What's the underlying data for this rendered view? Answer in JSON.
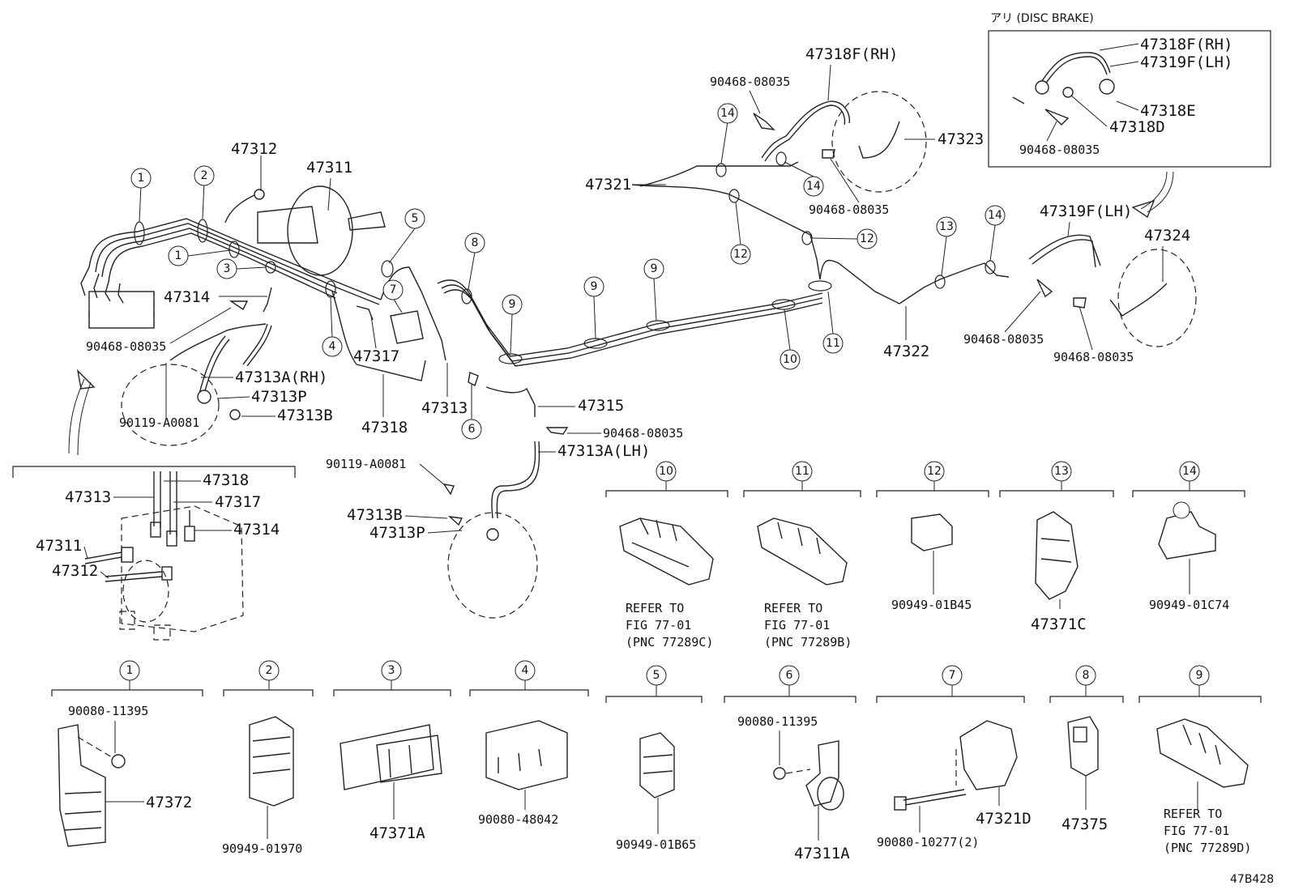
{
  "inset": {
    "title": "アリ (DISC BRAKE)",
    "labels": [
      "47318F(RH)",
      "47319F(LH)",
      "47318E",
      "47318D",
      "90468-08035"
    ]
  },
  "drawing_code": "47B428",
  "labels": {
    "l47312_top": "47312",
    "l47311_top": "47311",
    "l47314_top": "47314",
    "l90468_a": "90468-08035",
    "l47313A_RH": "47313A(RH)",
    "l47313P_top": "47313P",
    "l90119_top": "90119-A0081",
    "l47313B_top": "47313B",
    "l47317": "47317",
    "l47318_mid": "47318",
    "l47313_mid": "47313",
    "l47315": "47315",
    "l90468_b": "90468-08035",
    "l47313A_LH": "47313A(LH)",
    "l90119_mid": "90119-A0081",
    "l47313B_mid": "47313B",
    "l47313P_mid": "47313P",
    "l47321": "47321",
    "l90468_c": "90468-08035",
    "l47318F_RH": "47318F(RH)",
    "l90468_d": "90468-08035",
    "l47323": "47323",
    "l47319F_LH": "47319F(LH)",
    "l47324": "47324",
    "l47322": "47322",
    "l90468_e": "90468-08035",
    "l90468_f": "90468-08035",
    "d47313": "47313",
    "d47318": "47318",
    "d47317": "47317",
    "d47311": "47311",
    "d47314": "47314",
    "d47312": "47312"
  },
  "callouts": [
    "1",
    "2",
    "1",
    "3",
    "4",
    "5",
    "7",
    "6",
    "8",
    "9",
    "9",
    "9",
    "10",
    "11",
    "12",
    "12",
    "13",
    "14",
    "14",
    "14"
  ],
  "clamp_details": [
    {
      "num": "10",
      "label": "REFER TO\nFIG 77-01\n(PNC 77289C)"
    },
    {
      "num": "11",
      "label": "REFER TO\nFIG 77-01\n(PNC 77289B)"
    },
    {
      "num": "12",
      "label": "90949-01B45"
    },
    {
      "num": "13",
      "label": "47371C"
    },
    {
      "num": "14",
      "label": "90949-01C74"
    },
    {
      "num": "1",
      "label": "90080-11395",
      "label2": "47372"
    },
    {
      "num": "2",
      "label": "90949-01970"
    },
    {
      "num": "3",
      "label": "47371A"
    },
    {
      "num": "4",
      "label": "90080-48042"
    },
    {
      "num": "5",
      "label": "90949-01B65"
    },
    {
      "num": "6",
      "label": "90080-11395",
      "label2": "47311A"
    },
    {
      "num": "7",
      "label": "90080-10277(2)",
      "label2": "47321D"
    },
    {
      "num": "8",
      "label": "47375"
    },
    {
      "num": "9",
      "label": "REFER TO\nFIG 77-01\n(PNC 77289D)"
    }
  ]
}
